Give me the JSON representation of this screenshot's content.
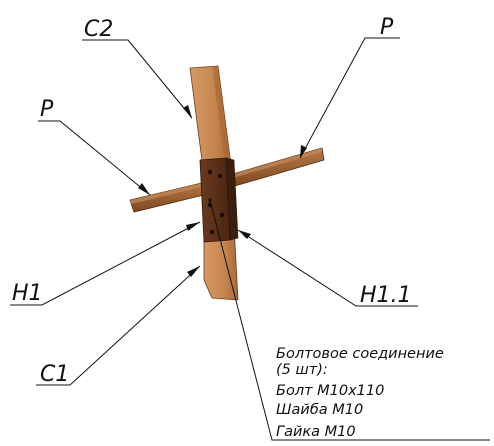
{
  "labels": {
    "c2": "C2",
    "p_right": "P",
    "p_left": "P",
    "h1": "H1",
    "h1_1": "H1.1",
    "c1": "C1"
  },
  "note": {
    "lines": [
      "Болтовое соединение",
      "(5 шт):",
      "Болт М10х110",
      "Шайба М10",
      "Гайка М10"
    ]
  },
  "colors": {
    "wood_light": "#c98a52",
    "wood_mid": "#b8743c",
    "wood_dark": "#7a4420",
    "pad": "#5a2f18",
    "ink": "#111111"
  }
}
